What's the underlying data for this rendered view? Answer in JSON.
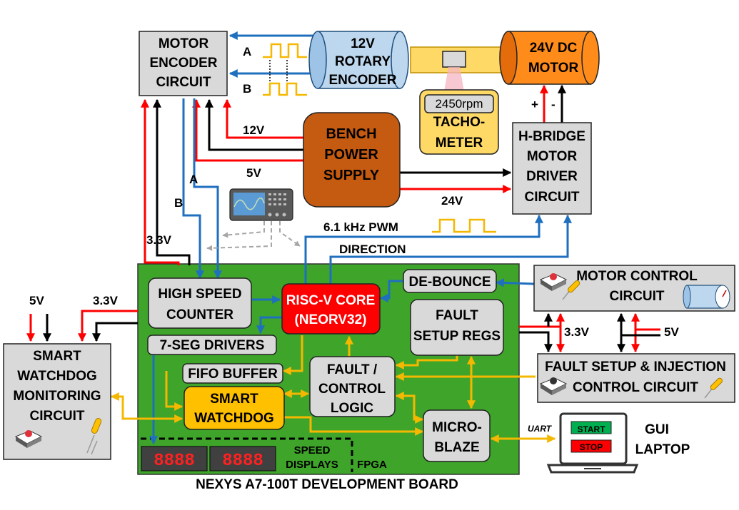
{
  "blocks": {
    "motor_encoder": [
      "MOTOR",
      "ENCODER",
      "CIRCUIT"
    ],
    "rotary_encoder": [
      "12V",
      "ROTARY",
      "ENCODER"
    ],
    "dc_motor": [
      "24V DC",
      "MOTOR"
    ],
    "tachometer": {
      "reading": "2450rpm",
      "lines": [
        "TACHO-",
        "METER"
      ]
    },
    "bench_psu": [
      "BENCH",
      "POWER",
      "SUPPLY"
    ],
    "hbridge": [
      "H-BRIDGE",
      "MOTOR",
      "DRIVER",
      "CIRCUIT"
    ],
    "high_speed_counter": [
      "HIGH SPEED",
      "COUNTER"
    ],
    "riscv": [
      "RISC-V CORE",
      "(NEORV32)"
    ],
    "debounce": "DE-BOUNCE",
    "fault_setup_regs": [
      "FAULT",
      "SETUP REGS"
    ],
    "seg_drivers": "7-SEG DRIVERS",
    "fifo": "FIFO BUFFER",
    "smart_watchdog": [
      "SMART",
      "WATCHDOG"
    ],
    "fault_control": [
      "FAULT /",
      "CONTROL",
      "LOGIC"
    ],
    "microblaze": [
      "MICRO-",
      "BLAZE"
    ],
    "speed_displays": [
      "SPEED",
      "DISPLAYS"
    ],
    "seg_digits": [
      "8888",
      "8888"
    ],
    "fpga": "FPGA",
    "board": "NEXYS A7-100T DEVELOPMENT BOARD",
    "watchdog_monitor": [
      "SMART",
      "WATCHDOG",
      "MONITORING",
      "CIRCUIT"
    ],
    "motor_control": [
      "MOTOR CONTROL",
      "CIRCUIT"
    ],
    "fault_injection": [
      "FAULT SETUP & INJECTION",
      "CONTROL CIRCUIT"
    ],
    "gui_laptop": [
      "GUI",
      "LAPTOP"
    ],
    "laptop_buttons": [
      "START",
      "STOP"
    ]
  },
  "signals": {
    "enc_a": "A",
    "enc_b": "B",
    "psu_12v": "12V",
    "psu_5v": "5V",
    "psu_24v": "24V",
    "ctr_a": "A",
    "ctr_b": "B",
    "v33_left": "3.3V",
    "pwm": "6.1 kHz PWM",
    "direction": "DIRECTION",
    "wd_5v": "5V",
    "wd_33v": "3.3V",
    "mc_33v": "3.3V",
    "mc_5v": "5V",
    "hb_plus": "+",
    "hb_minus": "-",
    "uart": "UART"
  },
  "colors": {
    "blue_wire": "#1f6fbf",
    "red_wire": "#ff0000",
    "black_wire": "#000000",
    "yellow_wire": "#f5b800",
    "gray_wire": "#a6a6a6",
    "fpga_board": "#3ea52a",
    "riscv_block": "#ff0000",
    "watchdog_block": "#ffc000",
    "psu_block": "#c55a11",
    "motor_block": "#ff8c1a",
    "encoder_block": "#bdd7ee",
    "tacho_block": "#ffd966",
    "gray_block": "#d9d9d9"
  }
}
